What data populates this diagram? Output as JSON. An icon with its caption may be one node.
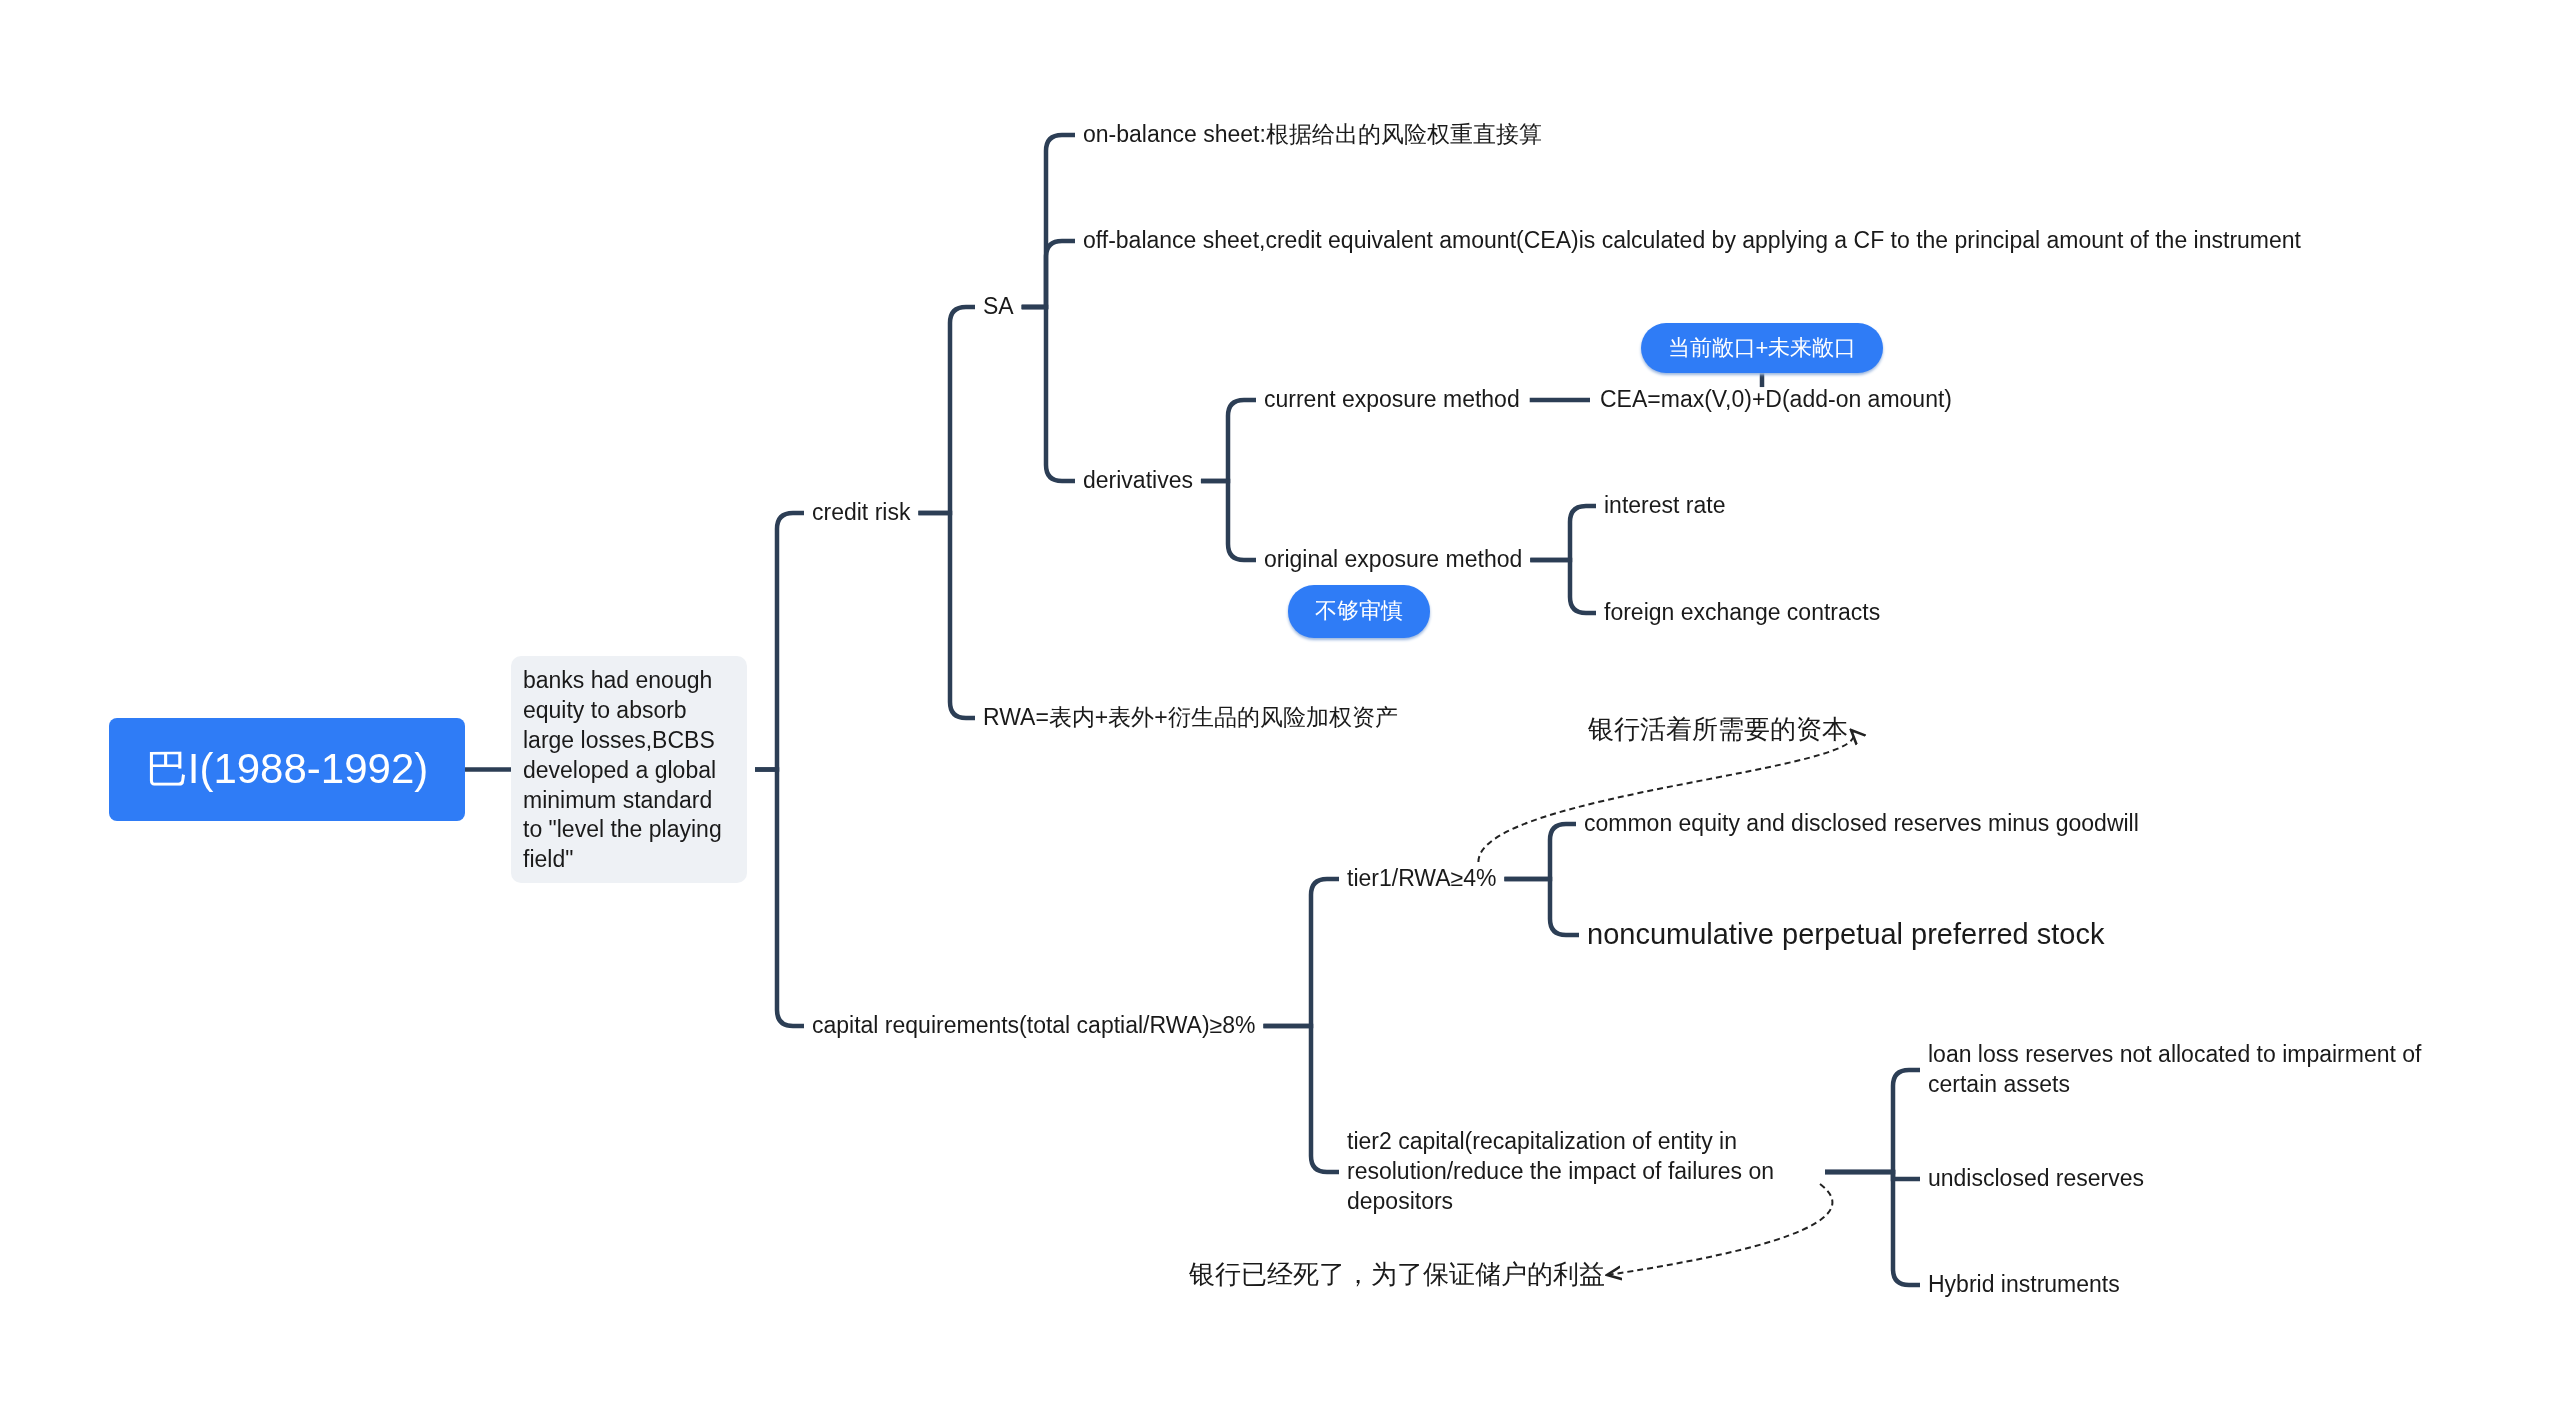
{
  "diagram": {
    "nodes": [
      {
        "text": [
          "巴I(1988-1992)"
        ]
      },
      {
        "text": [
          "banks had enough equity to absorb large losses,BCBS developed a global minimum standard to \"level the playing field\""
        ]
      },
      {
        "text": [
          "credit risk"
        ]
      },
      {
        "text": [
          "capital requirements(total captial/RWA)≥8%"
        ]
      },
      {
        "text": [
          "SA"
        ]
      },
      {
        "text": [
          "RWA=表内+表外+衍生品的风险加权资产"
        ]
      },
      {
        "text": [
          "on-balance sheet:根据给出的风险权重直接算"
        ]
      },
      {
        "text": [
          "off-balance sheet,credit equivalent amount(CEA)is calculated by applying a CF to the principal amount of the instrument"
        ]
      },
      {
        "text": [
          "derivatives"
        ]
      },
      {
        "text": [
          "current exposure method"
        ]
      },
      {
        "text": [
          "original exposure method"
        ]
      },
      {
        "text": [
          "CEA=max(V,0)+D(add-on amount)"
        ]
      },
      {
        "text": [
          "当前敞口+未来敞口"
        ]
      },
      {
        "text": [
          "不够审慎"
        ]
      },
      {
        "text": [
          "interest rate"
        ]
      },
      {
        "text": [
          "foreign exchange contracts"
        ]
      },
      {
        "text": [
          "tier1/RWA≥4%"
        ]
      },
      {
        "text": [
          "tier2 capital(recapitalization of entity in resolution/reduce the impact of failures on depositors"
        ]
      },
      {
        "text": [
          "common equity and disclosed reserves minus goodwill"
        ]
      },
      {
        "text": [
          "noncumulative perpetual preferred stock"
        ]
      },
      {
        "text": [
          "loan loss reserves not allocated to impairment of certain assets"
        ]
      },
      {
        "text": [
          "undisclosed reserves"
        ]
      },
      {
        "text": [
          "Hybrid instruments"
        ]
      },
      {
        "text": [
          "银行活着所需要的资本"
        ]
      },
      {
        "text": [
          "银行已经死了，为了保证储户的利益"
        ]
      }
    ],
    "edges": [
      {
        "from": 0,
        "to": 1,
        "arrow": "none"
      },
      {
        "from": 1,
        "to": 2,
        "arrow": "none"
      },
      {
        "from": 1,
        "to": 3,
        "arrow": "none"
      },
      {
        "from": 2,
        "to": 4,
        "arrow": "none"
      },
      {
        "from": 2,
        "to": 5,
        "arrow": "none"
      },
      {
        "from": 4,
        "to": 6,
        "arrow": "none"
      },
      {
        "from": 4,
        "to": 7,
        "arrow": "none"
      },
      {
        "from": 4,
        "to": 8,
        "arrow": "none"
      },
      {
        "from": 8,
        "to": 9,
        "arrow": "none"
      },
      {
        "from": 8,
        "to": 10,
        "arrow": "none"
      },
      {
        "from": 9,
        "to": 11,
        "arrow": "none"
      },
      {
        "from": 11,
        "to": 12,
        "arrow": "none"
      },
      {
        "from": 10,
        "to": 14,
        "arrow": "none"
      },
      {
        "from": 10,
        "to": 15,
        "arrow": "none"
      },
      {
        "from": 3,
        "to": 16,
        "arrow": "none"
      },
      {
        "from": 3,
        "to": 17,
        "arrow": "none"
      },
      {
        "from": 16,
        "to": 18,
        "arrow": "none"
      },
      {
        "from": 16,
        "to": 19,
        "arrow": "none"
      },
      {
        "from": 17,
        "to": 20,
        "arrow": "none"
      },
      {
        "from": 17,
        "to": 21,
        "arrow": "none"
      },
      {
        "from": 17,
        "to": 22,
        "arrow": "none"
      },
      {
        "from": 16,
        "to": 23,
        "arrow": "to",
        "style": "dashed"
      },
      {
        "from": 17,
        "to": 24,
        "arrow": "to",
        "style": "dashed"
      }
    ]
  }
}
